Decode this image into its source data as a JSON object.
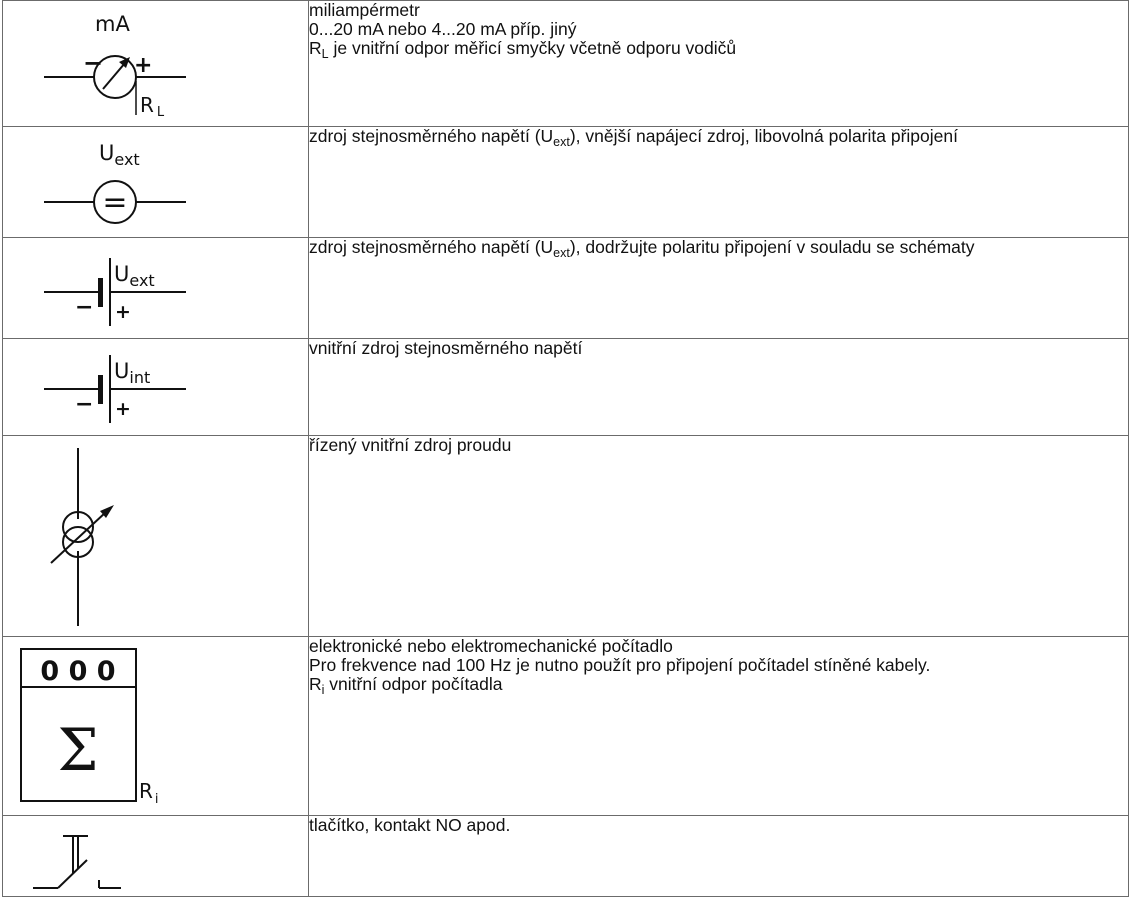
{
  "rows": [
    {
      "symbol": {
        "top": "mA",
        "minus": "−",
        "plus": "+",
        "sub_main": "R",
        "sub_small": "L"
      },
      "lines": [
        {
          "text": "miliampérmetr"
        },
        {
          "text": "0...20 mA nebo 4...20 mA příp. jiný"
        },
        {
          "main": "R",
          "sub": "L",
          "rest": " je vnitřní odpor měřicí smyčky včetně odporu vodičů"
        }
      ]
    },
    {
      "symbol": {
        "top_main": "U",
        "top_sub": "ext",
        "inner": "="
      },
      "lines": [
        {
          "a": "zdroj stejnosměrného napětí (U",
          "sub": "ext",
          "b": "), vnější napájecí zdroj, libovolná polarita připojení"
        }
      ]
    },
    {
      "symbol": {
        "top_main": "U",
        "top_sub": "ext",
        "minus": "−",
        "plus": "+"
      },
      "lines": [
        {
          "a": "zdroj stejnosměrného napětí (U",
          "sub": "ext",
          "b": "), dodržujte polaritu připojení v souladu se schématy"
        }
      ]
    },
    {
      "symbol": {
        "top_main": "U",
        "top_sub": "int",
        "minus": "−",
        "plus": "+"
      },
      "lines": [
        {
          "text": "vnitřní zdroj stejnosměrného napětí"
        }
      ]
    },
    {
      "symbol": {},
      "lines": [
        {
          "text": "řízený vnitřní zdroj proudu"
        }
      ]
    },
    {
      "symbol": {
        "display": "0 0 0",
        "sigma": "Σ",
        "sub_main": "R",
        "sub_small": "i"
      },
      "lines": [
        {
          "text": "elektronické nebo elektromechanické počítadlo"
        },
        {
          "text": "Pro frekvence nad 100 Hz je nutno použít pro připojení počítadel stíněné kabely."
        },
        {
          "main": "R",
          "sub": "i",
          "rest": " vnitřní odpor počítadla"
        }
      ]
    },
    {
      "symbol": {},
      "lines": [
        {
          "text": "tlačítko, kontakt NO apod."
        }
      ]
    }
  ]
}
